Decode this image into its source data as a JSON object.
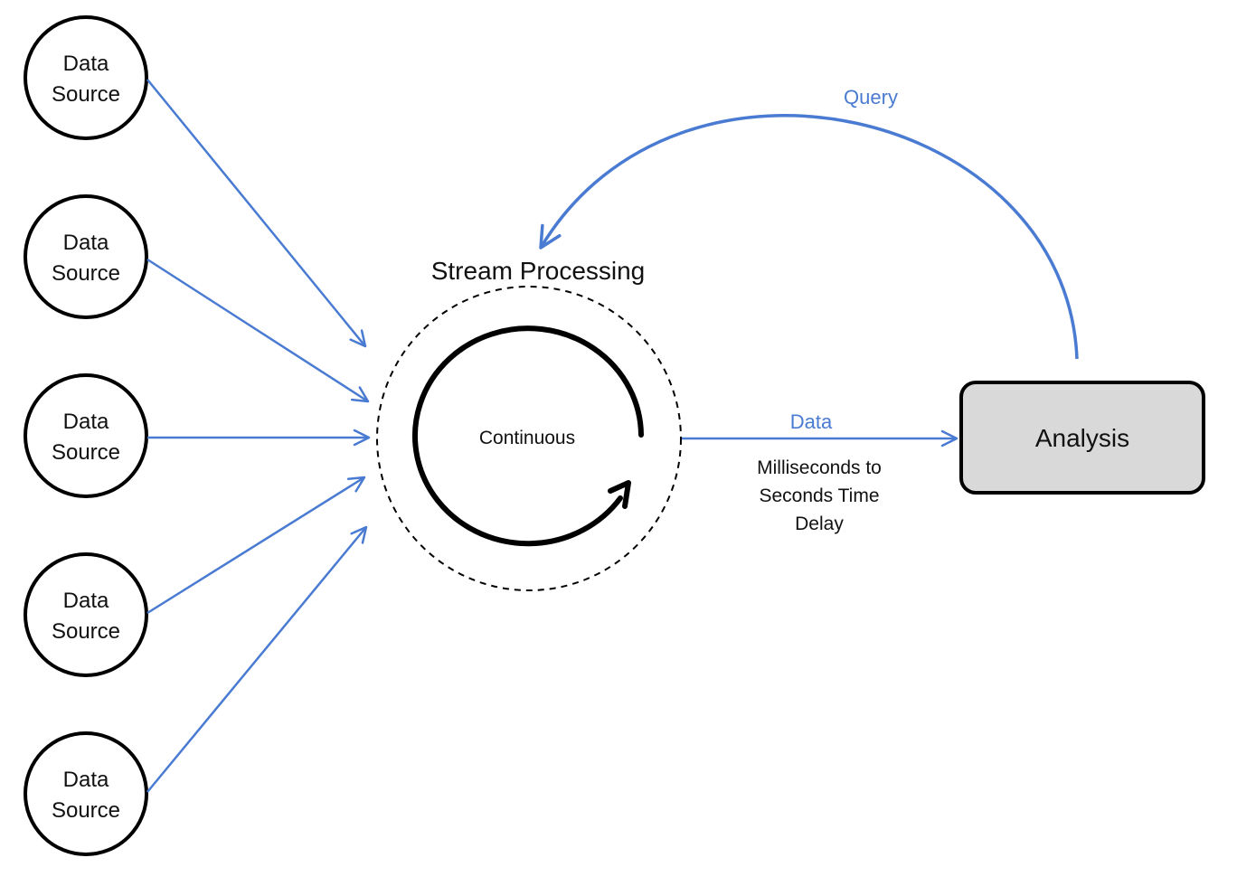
{
  "colors": {
    "arrow": "#4a7bd2",
    "stroke": "#000000",
    "analysis_fill": "#d9d9d9"
  },
  "sources": [
    {
      "line1": "Data",
      "line2": "Source"
    },
    {
      "line1": "Data",
      "line2": "Source"
    },
    {
      "line1": "Data",
      "line2": "Source"
    },
    {
      "line1": "Data",
      "line2": "Source"
    },
    {
      "line1": "Data",
      "line2": "Source"
    }
  ],
  "processing": {
    "title": "Stream Processing",
    "center_label": "Continuous"
  },
  "output": {
    "data_label": "Data",
    "delay_lines": [
      "Milliseconds to",
      "Seconds Time",
      "Delay"
    ]
  },
  "analysis": {
    "label": "Analysis"
  },
  "feedback": {
    "label": "Query"
  }
}
